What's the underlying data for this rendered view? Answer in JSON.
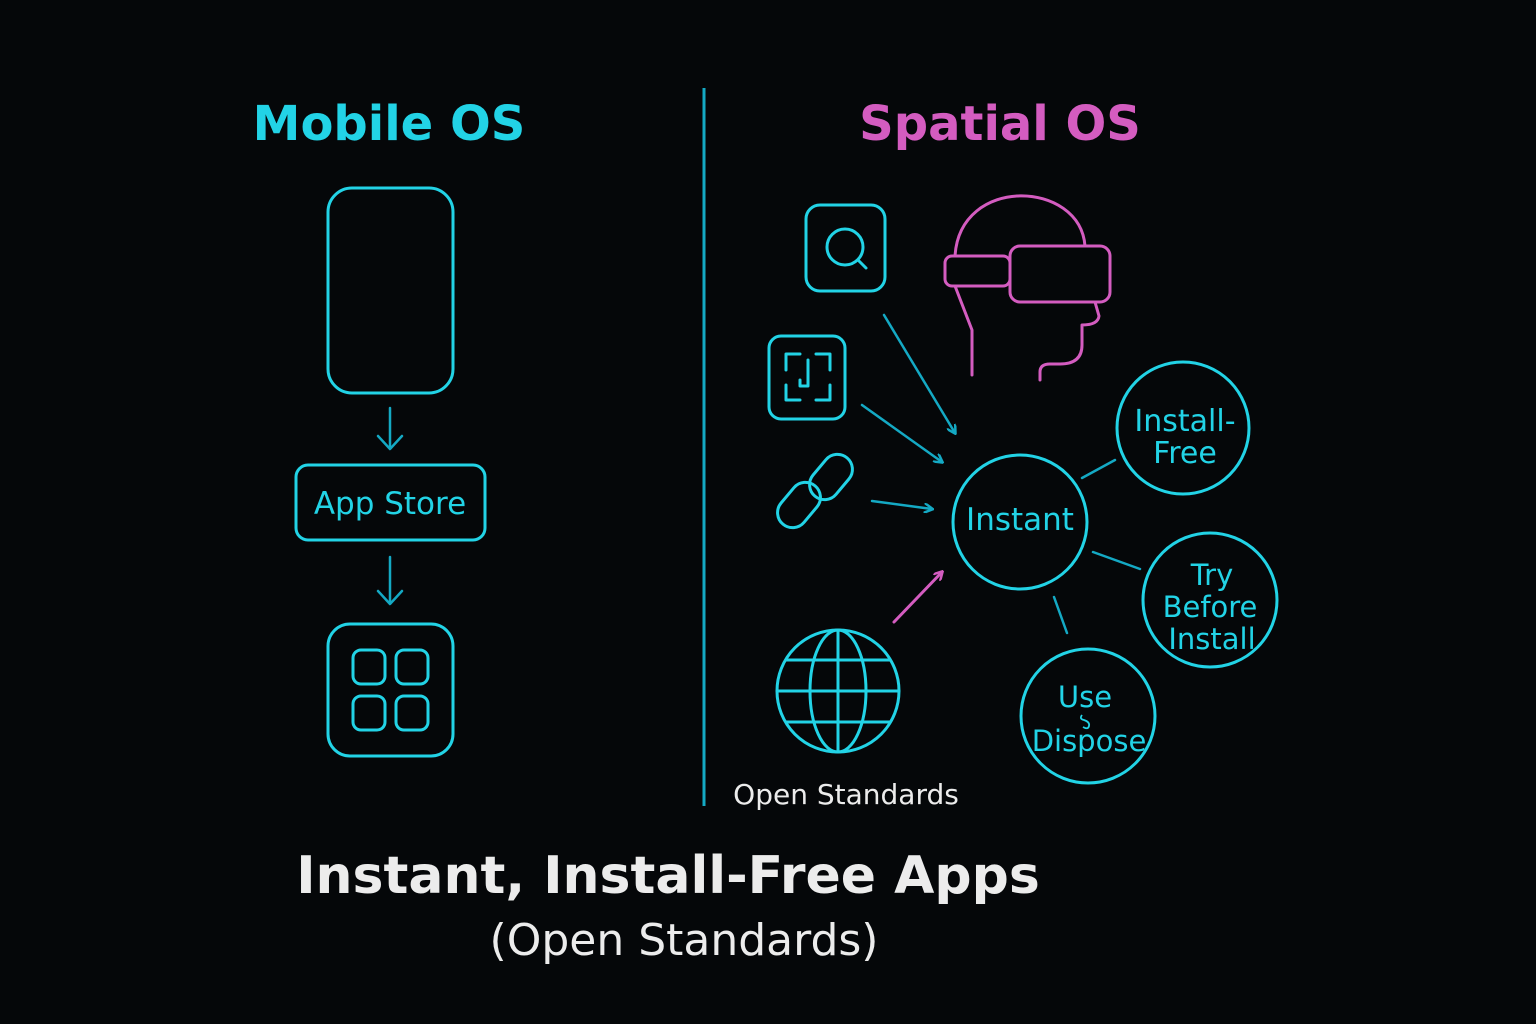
{
  "colors": {
    "background": "#050709",
    "mobile_accent": "#22d3e6",
    "spatial_accent": "#d45cc0",
    "text": "#ececec"
  },
  "mobile": {
    "title": "Mobile OS",
    "icons": [
      "phone-icon",
      "arrow-down-icon",
      "app-grid-icon"
    ],
    "app_store_label": "App Store"
  },
  "spatial": {
    "title": "Spatial OS",
    "icons": [
      "search-icon",
      "scan-icon",
      "link-icon",
      "globe-icon",
      "vr-headset-icon"
    ],
    "hub_label": "Instant",
    "open_standards_label": "Open Standards",
    "benefits": [
      {
        "lines": [
          "Install-",
          "Free"
        ]
      },
      {
        "lines": [
          "Try",
          "Before",
          "Install"
        ]
      },
      {
        "lines": [
          "Use",
          "Dispose"
        ]
      }
    ]
  },
  "footer": {
    "title": "Instant, Install-Free Apps",
    "subtitle": "(Open Standards)"
  }
}
